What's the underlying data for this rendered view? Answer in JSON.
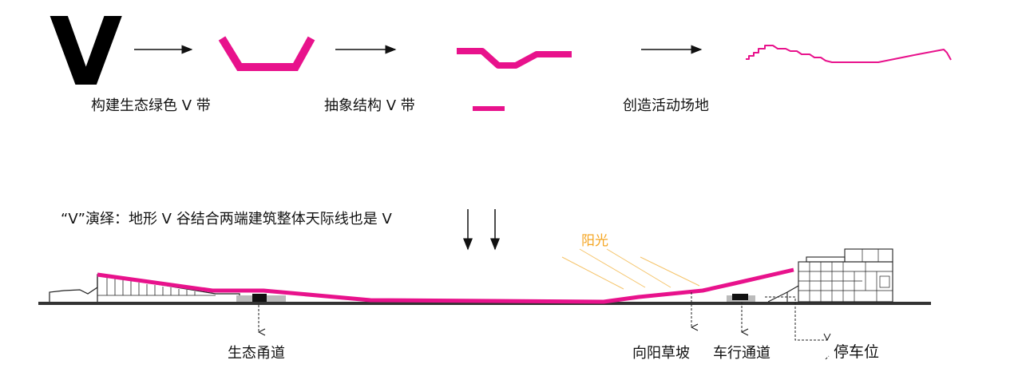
{
  "title_letter": "V",
  "steps": {
    "step1": "构建生态绿色 V 带",
    "step2": "抽象结构 V 带",
    "step3": "创造活动场地"
  },
  "caption": "“V”演绎：地形 V 谷结合两端建筑整体天际线也是 V",
  "sun_label": "阳光",
  "section_labels": {
    "eco_passage": "生态甬道",
    "sunny_slope": "向阳草坡",
    "vehicle_passage": "车行通道",
    "parking": "停车位"
  },
  "colors": {
    "accent": "#e8128c",
    "sun": "#f5a623",
    "line": "#111111"
  }
}
